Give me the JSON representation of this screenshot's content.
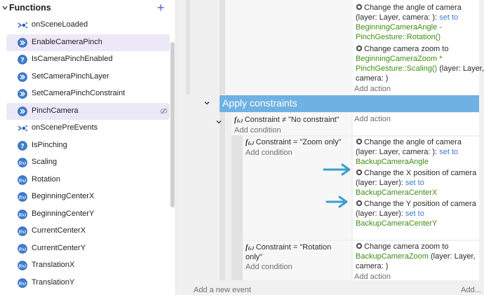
{
  "sidebar": {
    "title": "Functions",
    "add_label": "+",
    "items": [
      {
        "label": "onSceneLoaded",
        "icon": "scene-event-icon",
        "selected": false
      },
      {
        "label": "EnableCameraPinch",
        "icon": "action-function-icon",
        "selected": true
      },
      {
        "label": "IsCameraPinchEnabled",
        "icon": "condition-function-icon",
        "selected": false
      },
      {
        "label": "SetCameraPinchLayer",
        "icon": "action-function-icon",
        "selected": false
      },
      {
        "label": "SetCameraPinchConstraint",
        "icon": "action-function-icon",
        "selected": false
      },
      {
        "label": "PinchCamera",
        "icon": "action-function-icon",
        "selected": true
      },
      {
        "label": "onScenePreEvents",
        "icon": "scene-event-icon",
        "selected": false
      },
      {
        "label": "IsPinching",
        "icon": "condition-function-icon",
        "selected": false
      },
      {
        "label": "Scaling",
        "icon": "expression-function-icon",
        "selected": false
      },
      {
        "label": "Rotation",
        "icon": "expression-function-icon",
        "selected": false
      },
      {
        "label": "BeginningCenterX",
        "icon": "expression-function-icon",
        "selected": false
      },
      {
        "label": "BeginningCenterY",
        "icon": "expression-function-icon",
        "selected": false
      },
      {
        "label": "CurrentCenterX",
        "icon": "expression-function-icon",
        "selected": false
      },
      {
        "label": "CurrentCenterY",
        "icon": "expression-function-icon",
        "selected": false
      },
      {
        "label": "TranslationX",
        "icon": "expression-function-icon",
        "selected": false
      },
      {
        "label": "TranslationY",
        "icon": "expression-function-icon",
        "selected": false
      }
    ]
  },
  "events": {
    "top": {
      "a1_pre": "Change the angle of camera",
      "a1_args_pre": "(layer: Layer, camera: ):",
      "a1_set": "set to",
      "a1_val1": "BeginningCameraAngle -",
      "a1_val2": "PinchGesture::Rotation()",
      "a2_pre": "Change camera zoom to",
      "a2_val1": "BeginningCameraZoom *",
      "a2_val2": "PinchGesture::Scaling()",
      "a2_post1": "(layer: Layer,",
      "a2_post2": "camera: )",
      "add_action": "Add action"
    },
    "group_title": "Apply constraints",
    "e1": {
      "condition": "Constraint ≠ \"No constraint\"",
      "add_condition": "Add condition",
      "add_action": "Add action"
    },
    "e2": {
      "condition": "Constraint = \"Zoom only\"",
      "add_condition": "Add condition",
      "a1_l1": "Change the angle of camera",
      "a1_l2": "(layer: Layer, camera: ):",
      "a1_set": "set to",
      "a1_val": "BackupCameraAngle",
      "a2_l1": "Change the X position of camera",
      "a2_l2": "(layer: Layer):",
      "a2_set": "set to",
      "a2_val": "BackupCameraCenterX",
      "a3_l1": "Change the Y position of camera",
      "a3_l2": "(layer: Layer):",
      "a3_set": "set to",
      "a3_val": "BackupCameraCenterY"
    },
    "e3": {
      "cond_l1": "Constraint = \"Rotation",
      "cond_l2": "only\"",
      "add_condition": "Add condition",
      "a1_l1": "Change camera zoom to",
      "a1_val": "BackupCameraZoom",
      "a1_post": "(layer: Layer,",
      "a1_l3": "camera: )",
      "add_action": "Add action"
    },
    "add_new_event": "Add a new event",
    "add_more": "Add..."
  },
  "colors": {
    "group_bar": "#6fb1e3",
    "arrow": "#3aa0cc",
    "link_blue": "#3d7ad6",
    "value_green": "#3e8e12",
    "selection": "#ece8f8"
  }
}
